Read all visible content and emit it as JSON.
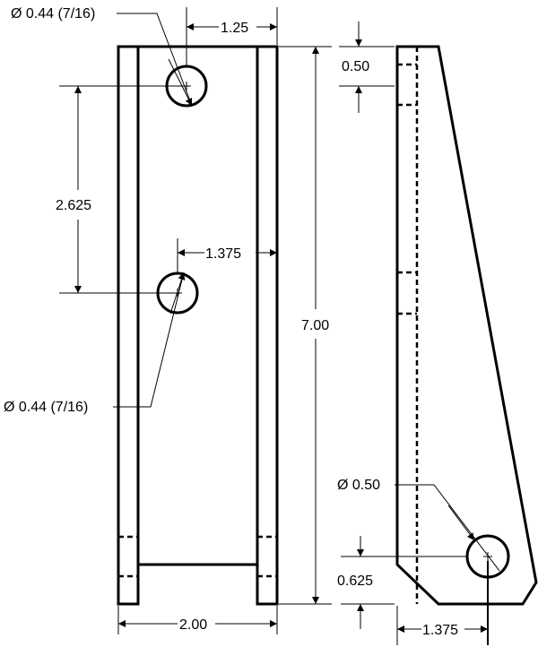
{
  "labels": {
    "hole_top_dia": "Ø 0.44 (7/16)",
    "hole_mid_dia": "Ø 0.44 (7/16)",
    "side_hole_dia": "Ø 0.50",
    "dim_top_offset": "1.25",
    "dim_hole_spacing": "2.625",
    "dim_mid_offset": "1.375",
    "dim_height": "7.00",
    "dim_top_margin": "0.50",
    "dim_width": "2.00",
    "dim_side_hole_height": "0.625",
    "dim_side_hole_offset": "1.375"
  }
}
